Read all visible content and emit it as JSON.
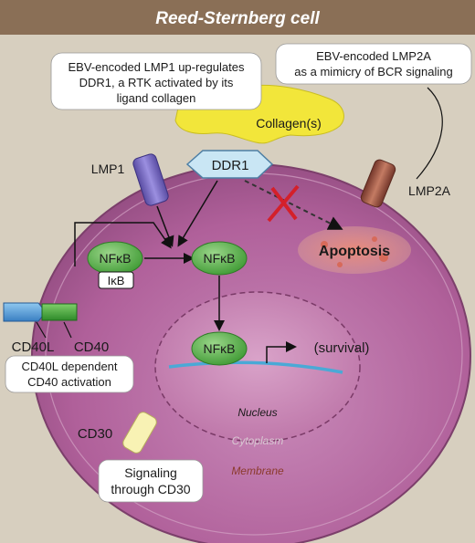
{
  "title": "Reed-Sternberg cell",
  "notes": {
    "lmp1_upregulates": [
      "EBV-encoded LMP1 up-regulates",
      "DDR1, a RTK activated by its",
      "ligand collagen"
    ],
    "lmp2a_mimicry": [
      "EBV-encoded LMP2A",
      "as a mimicry of BCR signaling"
    ],
    "cd40_activation": [
      "CD40L dependent",
      "CD40 activation"
    ],
    "cd30_signaling": [
      "Signaling",
      "through CD30"
    ]
  },
  "labels": {
    "collagen": "Collagen(s)",
    "ddr1": "DDR1",
    "lmp1": "LMP1",
    "lmp2a": "LMP2A",
    "apoptosis": "Apoptosis",
    "nfkb_complex": "NFκB",
    "ikb": "IκB",
    "nfkb_cytoplasm": "NFκB",
    "nfkb_nucleus": "NFκB",
    "survival": "(survival)",
    "cd40l": "CD40L",
    "cd40": "CD40",
    "cd30": "CD30",
    "nucleus": "Nucleus",
    "cytoplasm": "Cytoplasm",
    "membrane": "Membrane"
  },
  "colors": {
    "background": "#d7cfbf",
    "title_bar": "#8a6f56",
    "cell_fill": "#a8588f",
    "cytoplasm_fill": "#b5689e",
    "nucleus_fill": "#c687b4",
    "nfkb_green": "#59b548",
    "collagen_yellow": "#f2e63a",
    "ddr1_blue": "#c9e6f4",
    "lmp1_purple": "#6f60b3",
    "lmp2a_brown": "#8e4a3c",
    "inhibit_red": "#d4202a",
    "dna_blue": "#4aa9d6"
  }
}
